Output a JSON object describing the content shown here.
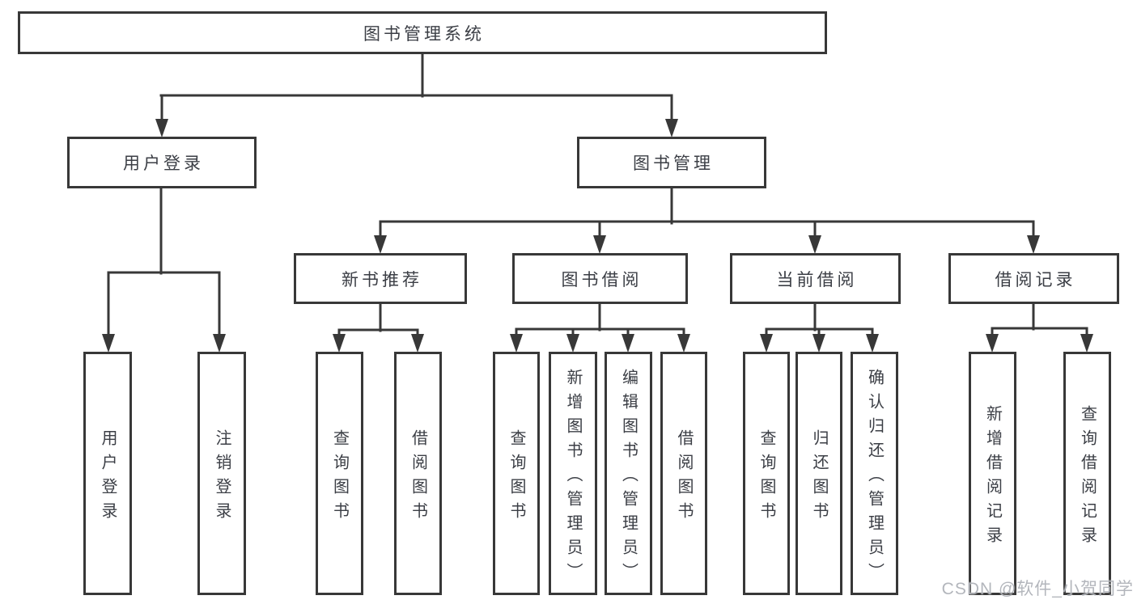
{
  "tree": {
    "label": "图书管理系统",
    "children": [
      {
        "label": "用户登录",
        "children": [
          {
            "label": "用户登录"
          },
          {
            "label": "注销登录"
          }
        ]
      },
      {
        "label": "图书管理",
        "children": [
          {
            "label": "新书推荐",
            "children": [
              {
                "label": "查询图书"
              },
              {
                "label": "借阅图书"
              }
            ]
          },
          {
            "label": "图书借阅",
            "children": [
              {
                "label": "查询图书"
              },
              {
                "label": "新增图书（管理员）"
              },
              {
                "label": "编辑图书（管理员）"
              },
              {
                "label": "借阅图书"
              }
            ]
          },
          {
            "label": "当前借阅",
            "children": [
              {
                "label": "查询图书"
              },
              {
                "label": "归还图书"
              },
              {
                "label": "确认归还（管理员）"
              }
            ]
          },
          {
            "label": "借阅记录",
            "children": [
              {
                "label": "新增借阅记录"
              },
              {
                "label": "查询借阅记录"
              }
            ]
          }
        ]
      }
    ]
  },
  "watermark": {
    "text": "CSDN @软件_小贺同学"
  },
  "colors": {
    "line": "#383838",
    "text": "#3b3e45",
    "watermark": "#acb0b6",
    "background": "#ffffff"
  }
}
